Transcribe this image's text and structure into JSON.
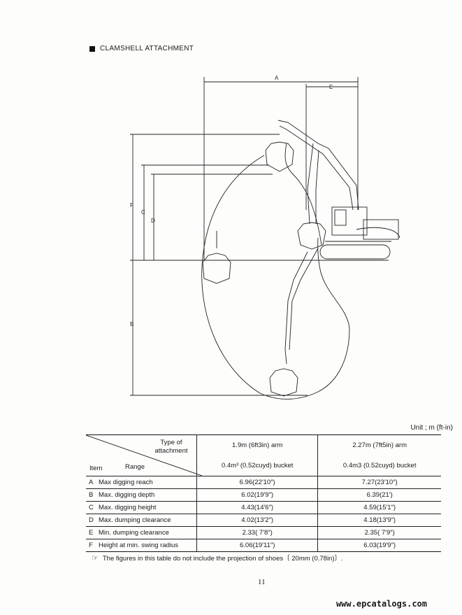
{
  "section": {
    "title": "CLAMSHELL ATTACHMENT",
    "bullet_icon": "square-bullet-icon"
  },
  "diagram": {
    "dimension_labels": {
      "A": "A",
      "B": "B",
      "C": "C",
      "D": "D",
      "E": "E",
      "F": "F"
    }
  },
  "unit_label": "Unit ; m (ft-in)",
  "table": {
    "header": {
      "type_of_attachment": "Type of attachment",
      "item": "Item",
      "range": "Range",
      "columns": [
        {
          "arm": "1.9m (6ft3in) arm",
          "bucket": "0.4m³ (0.52cuyd) bucket"
        },
        {
          "arm": "2.27m (7ft5in) arm",
          "bucket": "0.4m3 (0.52cuyd) bucket"
        }
      ]
    },
    "rows": [
      {
        "letter": "A",
        "label": "Max digging reach",
        "v1": "6.96(22′10″)",
        "v2": "7.27(23′10″)"
      },
      {
        "letter": "B",
        "label": "Max. digging depth",
        "v1": "6.02(19′9″)",
        "v2": "6.39(21′)"
      },
      {
        "letter": "C",
        "label": "Max. digging height",
        "v1": "4.43(14′6″)",
        "v2": "4.59(15′1″)"
      },
      {
        "letter": "D",
        "label": "Max. dumping clearance",
        "v1": "4.02(13′2″)",
        "v2": "4.18(13′9″)"
      },
      {
        "letter": "E",
        "label": "Min. dumping clearance",
        "v1": "2.33( 7′8″)",
        "v2": "2.35( 7′9″)"
      },
      {
        "letter": "F",
        "label": "Height at min. swing radius",
        "v1": "6.06(19′11″)",
        "v2": "6.03(19′9″)"
      }
    ]
  },
  "note": {
    "icon": "pointing-hand-icon",
    "text": "The figures in this table do not include the projection of shoes〔 20mm (0.78in)〕."
  },
  "page_number": "11",
  "watermark": "www.epcatalogs.com"
}
